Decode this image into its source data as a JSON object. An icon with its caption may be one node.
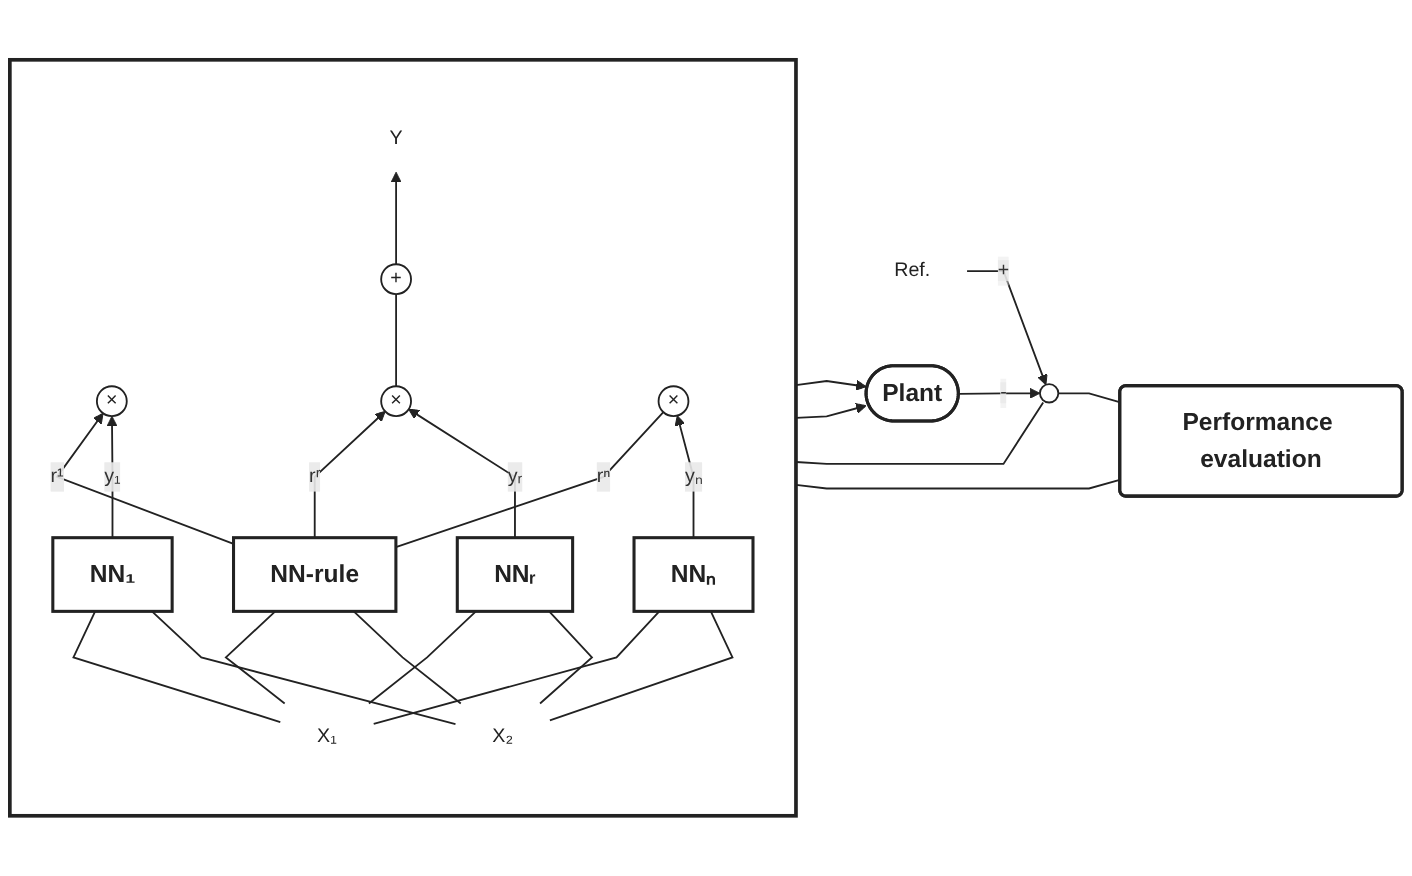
{
  "diagram": {
    "nodes": [
      {
        "text": [
          "Ref."
        ]
      },
      {
        "text": [],
        "shape": "circle"
      },
      {
        "text": [],
        "shape": "box"
      },
      {
        "text": [
          "Y"
        ],
        "in": 2
      },
      {
        "text": [
          "+"
        ],
        "in": 2
      },
      {
        "text": [
          "×"
        ],
        "in": 2
      },
      {
        "text": [
          "×"
        ],
        "in": 2
      },
      {
        "text": [
          "×"
        ],
        "in": 2
      },
      {
        "text": [
          "NN-rule"
        ],
        "in": 2
      },
      {
        "text": [
          "NN₁"
        ],
        "in": 2
      },
      {
        "text": [
          "NNᵣ"
        ],
        "in": 2
      },
      {
        "text": [
          "NNₙ"
        ],
        "in": 2
      },
      {
        "text": [
          "X₁"
        ],
        "in": 2
      },
      {
        "text": [
          "X₂"
        ],
        "in": 2
      },
      {
        "text": [
          "Plant"
        ]
      },
      {
        "text": [
          "Performance evaluation"
        ]
      }
    ],
    "edges": [
      {
        "from": 0,
        "to": 1,
        "arrow": "to",
        "label": "+"
      },
      {
        "from": 14,
        "to": 1,
        "arrow": "to",
        "label": "-"
      },
      {
        "from": 1,
        "to": 2,
        "arrow": "none"
      },
      {
        "from": 1,
        "to": 15,
        "arrow": "none"
      },
      {
        "from": 15,
        "to": 2,
        "arrow": "none"
      },
      {
        "from": 2,
        "to": 14,
        "arrow": "to"
      },
      {
        "from": 2,
        "to": 14,
        "arrow": "to"
      },
      {
        "from": 8,
        "to": 7,
        "arrow": "to",
        "label": "r¹"
      },
      {
        "from": 8,
        "to": 5,
        "arrow": "to",
        "label": "rʳ"
      },
      {
        "from": 8,
        "to": 6,
        "arrow": "none",
        "label": "rⁿ"
      },
      {
        "from": 9,
        "to": 7,
        "arrow": "to",
        "label": "y₁"
      },
      {
        "from": 10,
        "to": 5,
        "arrow": "to",
        "label": "yᵣ"
      },
      {
        "from": 11,
        "to": 6,
        "arrow": "to",
        "label": "yₙ"
      },
      {
        "from": 5,
        "to": 4,
        "arrow": "none"
      },
      {
        "from": 4,
        "to": 3,
        "arrow": "to"
      },
      {
        "from": 12,
        "to": 8,
        "arrow": "none"
      },
      {
        "from": 12,
        "to": 9,
        "arrow": "none"
      },
      {
        "from": 12,
        "to": 10,
        "arrow": "none"
      },
      {
        "from": 12,
        "to": 11,
        "arrow": "none"
      },
      {
        "from": 13,
        "to": 8,
        "arrow": "none"
      },
      {
        "from": 13,
        "to": 9,
        "arrow": "none"
      },
      {
        "from": 13,
        "to": 10,
        "arrow": "none"
      },
      {
        "from": 13,
        "to": 11,
        "arrow": "none"
      }
    ]
  }
}
